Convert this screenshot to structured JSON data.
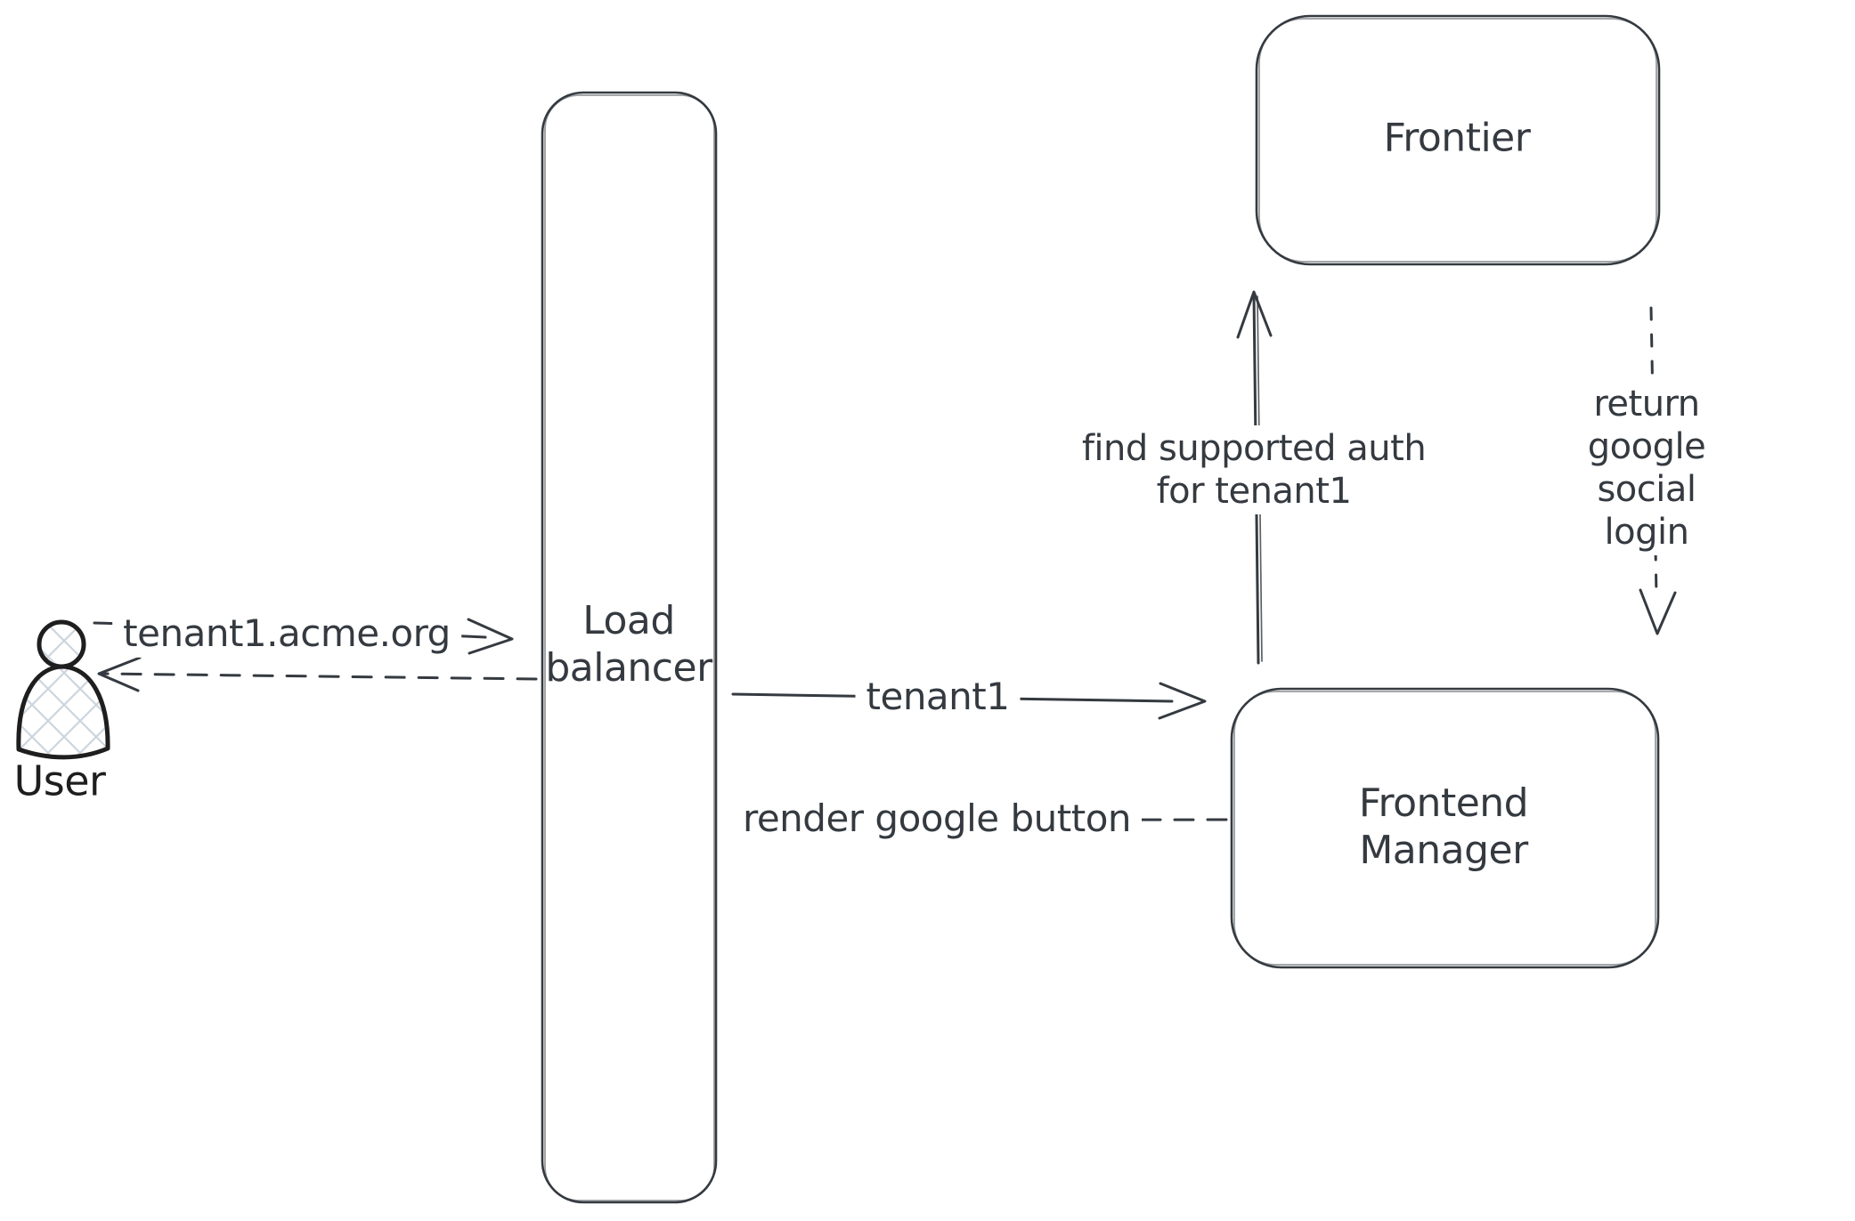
{
  "colors": {
    "background": "#ffffff",
    "ink": "#343a40",
    "user_ink": "#1e1e1e",
    "hatch": "#ccd5de"
  },
  "nodes": {
    "user": {
      "label": "User",
      "shape": "person-icon"
    },
    "load_balancer": {
      "label": "Load\nbalancer",
      "shape": "rounded-rectangle"
    },
    "frontier": {
      "label": "Frontier",
      "shape": "rounded-rectangle"
    },
    "frontend_manager": {
      "label": "Frontend\nManager",
      "shape": "rounded-rectangle"
    }
  },
  "edges": {
    "user_to_lb": {
      "label": "tenant1.acme.org",
      "style": "solid",
      "from": "user",
      "to": "load_balancer"
    },
    "lb_to_user": {
      "label": "",
      "style": "dashed",
      "from": "load_balancer",
      "to": "user"
    },
    "lb_to_fm": {
      "label": "tenant1",
      "style": "solid",
      "from": "load_balancer",
      "to": "frontend_manager"
    },
    "fm_to_lb": {
      "label": "render google button",
      "style": "dashed",
      "from": "frontend_manager",
      "to": "load_balancer"
    },
    "fm_to_frontier": {
      "label": "find supported auth\nfor tenant1",
      "style": "solid",
      "from": "frontend_manager",
      "to": "frontier"
    },
    "frontier_to_fm": {
      "label": "return google social\nlogin",
      "style": "dashed",
      "from": "frontier",
      "to": "frontend_manager"
    }
  }
}
